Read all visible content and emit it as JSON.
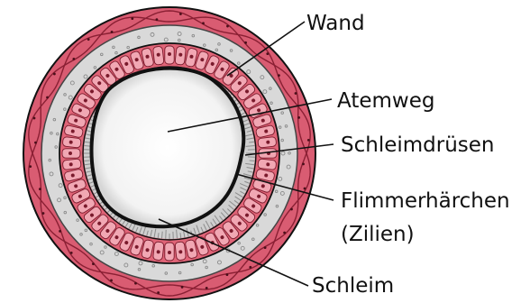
{
  "labels": {
    "wall": "Wand",
    "airway": "Atemweg",
    "mucus_glands": "Schleimdrüsen",
    "cilia_line1": "Flimmerhärchen",
    "cilia_line2": "(Zilien)",
    "mucus": "Schleim"
  },
  "colors": {
    "wall_fill": "#d95c72",
    "wall_dark": "#8a1f33",
    "gray_layer": "#d9d9d9",
    "epithelium": "#e06477",
    "cell_light": "#f1a7b3",
    "cilia": "#8c8c8c",
    "lumen": "#ffffff",
    "outline": "#111111",
    "leader": "#111111"
  }
}
